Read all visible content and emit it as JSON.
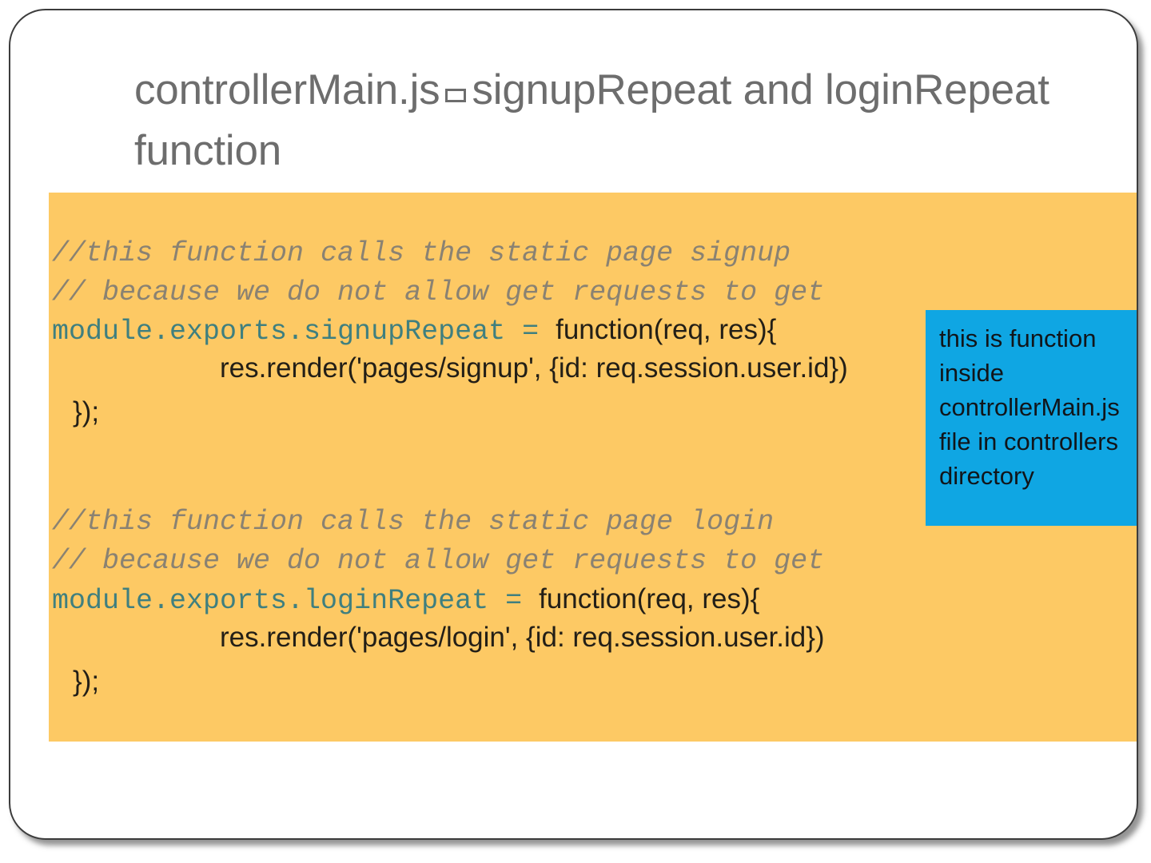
{
  "slide": {
    "title_part1": "controllerMain.js",
    "title_glyph": "missing-character-box",
    "title_part2": "signupRepeat and loginRepeat function",
    "title_color": "#6d6d6d",
    "background_color": "#ffffff",
    "border_color": "#3c3c3c"
  },
  "code_panel": {
    "background_color": "#fdc964",
    "comment_color": "#8a8272",
    "export_color": "#3f7f7f",
    "plain_color": "#231f17",
    "lines": [
      {
        "id": "signup-comment-1",
        "text": "//this function calls the static page signup",
        "style": "comment"
      },
      {
        "id": "signup-comment-2",
        "text": "// because we do not allow get requests to get",
        "style": "comment"
      },
      {
        "id": "signup-export",
        "text": "module.exports.signupRepeat = ",
        "style": "export"
      },
      {
        "id": "signup-function",
        "text": "function(req, res){",
        "style": "plain"
      },
      {
        "id": "signup-render",
        "text": "res.render('pages/signup', {id: req.session.user.id})",
        "style": "plain"
      },
      {
        "id": "signup-close",
        "text": "});",
        "style": "plain"
      },
      {
        "id": "login-comment-1",
        "text": "//this function calls the static page login",
        "style": "comment"
      },
      {
        "id": "login-comment-2",
        "text": "// because we do not allow get requests to get",
        "style": "comment"
      },
      {
        "id": "login-export",
        "text": "module.exports.loginRepeat = ",
        "style": "export"
      },
      {
        "id": "login-function",
        "text": "function(req, res){",
        "style": "plain"
      },
      {
        "id": "login-render",
        "text": "res.render('pages/login', {id: req.session.user.id})",
        "style": "plain"
      },
      {
        "id": "login-close",
        "text": "});",
        "style": "plain"
      }
    ]
  },
  "callout": {
    "text": "this is function inside controllerMain.js  file in controllers directory",
    "background_color": "#0fa6e3",
    "text_color": "#11151a"
  }
}
